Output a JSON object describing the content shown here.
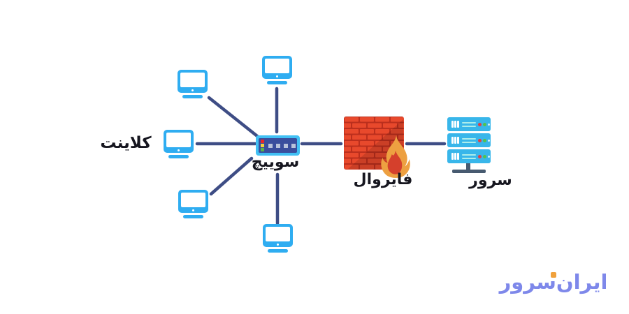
{
  "diagram": {
    "type": "network-topology",
    "labels": {
      "clients": "کلاینت",
      "switch": "سوییچ",
      "firewall": "فایروال",
      "server": "سرور"
    },
    "watermark": {
      "text": "ایران‌سرور"
    },
    "nodes": [
      {
        "id": "client-1",
        "type": "client"
      },
      {
        "id": "client-2",
        "type": "client"
      },
      {
        "id": "client-3",
        "type": "client"
      },
      {
        "id": "client-4",
        "type": "client"
      },
      {
        "id": "client-5",
        "type": "client"
      },
      {
        "id": "switch",
        "type": "switch",
        "label": "سوییچ"
      },
      {
        "id": "firewall",
        "type": "firewall",
        "label": "فایروال"
      },
      {
        "id": "server",
        "type": "server",
        "label": "سرور"
      }
    ],
    "edges": [
      [
        "client-1",
        "switch"
      ],
      [
        "client-2",
        "switch"
      ],
      [
        "client-3",
        "switch"
      ],
      [
        "client-4",
        "switch"
      ],
      [
        "client-5",
        "switch"
      ],
      [
        "switch",
        "firewall"
      ],
      [
        "firewall",
        "server"
      ]
    ],
    "colors": {
      "device_cyan": "#2fadf1",
      "switch_cyan": "#41c0f4",
      "switch_navy": "#3a4e9d",
      "line": "#3e4d85",
      "brick_red": "#e8492c",
      "brick_mortar": "#bb2f1d",
      "flame_outer": "#eda041",
      "flame_inner": "#d5402c",
      "server_cyan": "#38b6ea",
      "stand_slate": "#475a70",
      "led_red": "#e8262a",
      "led_yellow": "#f5d03a",
      "led_green": "#58b44a",
      "port_gray": "#b9c3da",
      "dot_red": "#e23f46",
      "dot_green": "#52c24e",
      "label": "#16161f",
      "wm": "#7e88ea",
      "wm_accent": "#f0a13c"
    }
  }
}
